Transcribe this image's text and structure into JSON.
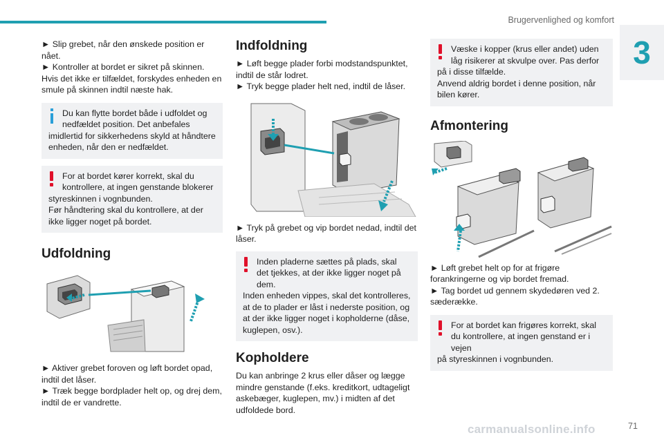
{
  "header": {
    "section_title": "Brugervenlighed og komfort",
    "chapter_number": "3"
  },
  "col1": {
    "intro": [
      "► Slip grebet, når den ønskede position er nået.",
      "► Kontroller at bordet er sikret på skinnen. Hvis det ikke er tilfældet, forskydes enheden en smule på skinnen indtil næste hak."
    ],
    "info_box": {
      "first": "Du kan flytte bordet både i udfoldet og nedfældet position. Det anbefales",
      "rest": "imidlertid for sikkerhedens skyld at håndtere enheden, når den er nedfældet."
    },
    "warn_box": {
      "first": "For at bordet kører korrekt, skal du kontrollere, at ingen genstande blokerer",
      "rest": [
        "styreskinnen i vognbunden.",
        "Før håndtering skal du kontrollere, at der ikke ligger noget på bordet."
      ]
    },
    "heading": "Udfoldning",
    "steps": [
      "► Aktiver grebet foroven og løft bordet opad, indtil det låser.",
      "► Træk begge bordplader helt op, og drej dem, indtil de er vandrette."
    ]
  },
  "col2": {
    "heading": "Indfoldning",
    "steps": [
      "► Løft begge plader forbi modstandspunktet, indtil de står lodret.",
      "► Tryk begge plader helt ned, indtil de låser."
    ],
    "step3": "► Tryk på grebet og vip bordet nedad, indtil det låser.",
    "warn_box": {
      "first": "Inden pladerne sættes på plads, skal det tjekkes, at der ikke ligger noget på dem.",
      "rest": "Inden enheden vippes, skal det kontrolleres, at de to plader er låst i nederste position, og at der ikke ligger noget i kopholderne (dåse, kuglepen, osv.)."
    },
    "heading2": "Kopholdere",
    "para": "Du kan anbringe 2 krus eller dåser og lægge mindre genstande (f.eks. kreditkort, udtageligt askebæger, kuglepen, mv.) i midten af det udfoldede bord."
  },
  "col3": {
    "warn_box": {
      "first": "Væske i kopper (krus eller andet) uden låg risikerer at skvulpe over. Pas derfor",
      "rest": [
        "på i disse tilfælde.",
        "Anvend aldrig bordet i denne position, når bilen kører."
      ]
    },
    "heading": "Afmontering",
    "steps": [
      "► Løft grebet helt op for at frigøre forankringerne og vip bordet fremad.",
      "► Tag bordet ud gennem skydedøren ved 2. sæderække."
    ],
    "warn_box2": {
      "first": "For at bordet kan frigøres korrekt, skal du kontrollere, at ingen genstand er i vejen",
      "rest": "på styreskinnen i vognbunden."
    }
  },
  "footer": {
    "page_number": "71",
    "watermark": "carmanualsonline.info"
  },
  "colors": {
    "accent": "#1f9fb1",
    "warning": "#e0102a",
    "info": "#2a9fd8",
    "box_bg": "#f0f1f3"
  }
}
